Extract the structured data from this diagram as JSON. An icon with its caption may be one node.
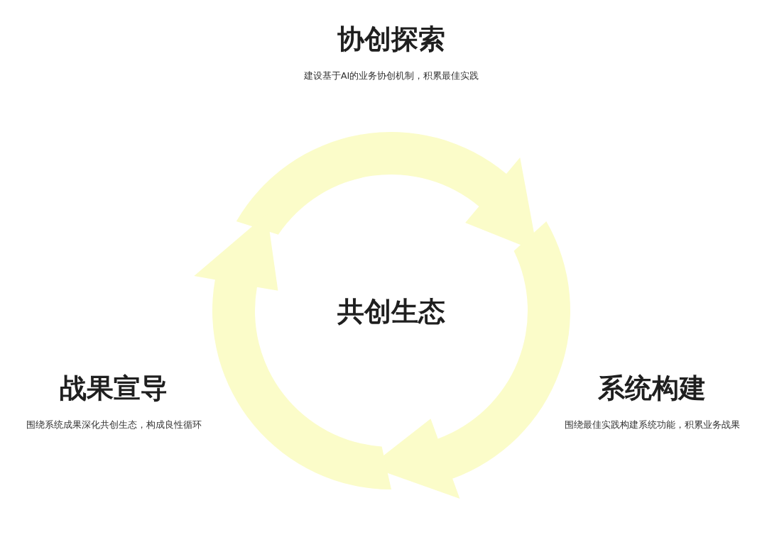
{
  "diagram": {
    "nodes": [
      {
        "text": [
          "协创探索",
          "建设基于AI的业务协创机制，积累最佳实践"
        ]
      },
      {
        "text": [
          "系统构建",
          "围绕最佳实践构建系统功能，积累业务战果"
        ]
      },
      {
        "text": [
          "战果宣导",
          "围绕系统成果深化共创生态，构成良性循环"
        ]
      },
      {
        "text": [
          "共创生态"
        ]
      }
    ]
  }
}
